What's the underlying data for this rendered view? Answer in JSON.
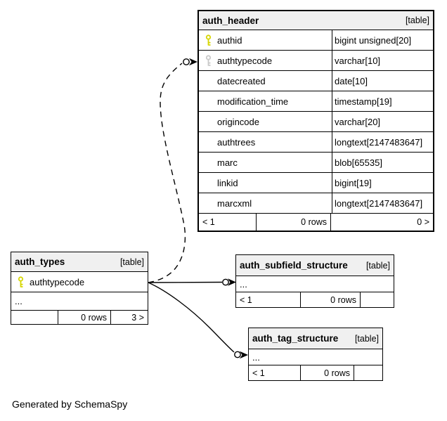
{
  "note": "Generated by SchemaSpy",
  "colors": {
    "primary_key_icon": "#d6d600",
    "foreign_key_icon": "#c9c9c9",
    "title_bar_bg": "#f0f0f0",
    "line": "#000000",
    "background": "#ffffff"
  },
  "tables": {
    "auth_header": {
      "title": "auth_header",
      "tag": "[table]",
      "columns": [
        {
          "name": "authid",
          "type": "bigint unsigned[20]",
          "key": "primary"
        },
        {
          "name": "authtypecode",
          "type": "varchar[10]",
          "key": "foreign"
        },
        {
          "name": "datecreated",
          "type": "date[10]",
          "key": ""
        },
        {
          "name": "modification_time",
          "type": "timestamp[19]",
          "key": ""
        },
        {
          "name": "origincode",
          "type": "varchar[20]",
          "key": ""
        },
        {
          "name": "authtrees",
          "type": "longtext[2147483647]",
          "key": ""
        },
        {
          "name": "marc",
          "type": "blob[65535]",
          "key": ""
        },
        {
          "name": "linkid",
          "type": "bigint[19]",
          "key": ""
        },
        {
          "name": "marcxml",
          "type": "longtext[2147483647]",
          "key": ""
        }
      ],
      "footer": {
        "left": "< 1",
        "mid": "0 rows",
        "right": "0 >"
      }
    },
    "auth_types": {
      "title": "auth_types",
      "tag": "[table]",
      "columns": [
        {
          "name": "authtypecode",
          "type": "",
          "key": "primary"
        }
      ],
      "more_columns": "...",
      "footer": {
        "left": "",
        "mid": "0 rows",
        "right": "3 >"
      }
    },
    "auth_subfield_structure": {
      "title": "auth_subfield_structure",
      "tag": "[table]",
      "more_columns": "...",
      "footer": {
        "left": "< 1",
        "mid": "0 rows",
        "right": ""
      }
    },
    "auth_tag_structure": {
      "title": "auth_tag_structure",
      "tag": "[table]",
      "more_columns": "...",
      "footer": {
        "left": "< 1",
        "mid": "0 rows",
        "right": ""
      }
    }
  }
}
